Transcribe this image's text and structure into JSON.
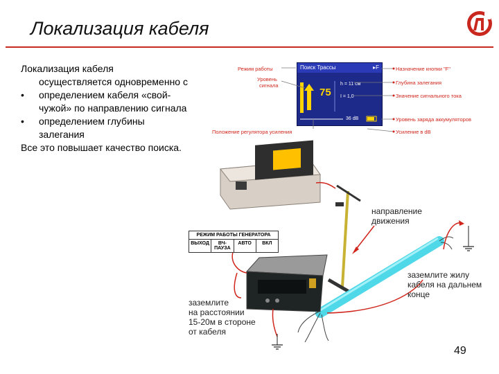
{
  "slide": {
    "title": "Локализация кабеля",
    "page_number": "49"
  },
  "body": {
    "line1": "Локализация кабеля",
    "line2": "осуществляется одновременно с",
    "bullet1_a": "определением кабеля «свой-",
    "bullet1_b": "чужой» по направлению сигнала",
    "bullet2_a": "определением глубины",
    "bullet2_b": "залегания",
    "line_last": "Все это повышает качество поиска."
  },
  "display": {
    "header": "Поиск Трассы",
    "header_mark": "▸F",
    "value": "75",
    "depth": "h = 11 см",
    "current": "I = 1,0",
    "gain": "36 dB"
  },
  "callouts": {
    "mode": "Режим работы",
    "signal_level_1": "Уровень",
    "signal_level_2": "сигнала",
    "gain_knob": "Положение регулятора усиления",
    "button_f": "Назначение кнопки \"F\"",
    "depth": "Глубина залегания",
    "current": "Значение сигнального тока",
    "battery": "Уровень заряда аккумуляторов",
    "gain_db": "Усиление в dB"
  },
  "generator_modes": {
    "title": "РЕЖИМ РАБОТЫ ГЕНЕРАТОРА",
    "items": [
      "ВЫХОД",
      "ВЧ-ПАУЗА",
      "АВТО",
      "ВКЛ"
    ]
  },
  "labels": {
    "direction_1": "направление",
    "direction_2": "движения",
    "ground_far_1": "заземлите жилу",
    "ground_far_2": "кабеля на дальнем",
    "ground_far_3": "конце",
    "ground_near_1": "заземлите",
    "ground_near_2": "на расстоянии",
    "ground_near_3": "15-20м в стороне",
    "ground_near_4": "от кабеля"
  },
  "colors": {
    "accent_red": "#c9281f",
    "callout_red": "#d0251b",
    "screen_blue": "#1e2a8a",
    "cable_cyan": "#4fd8e8"
  }
}
